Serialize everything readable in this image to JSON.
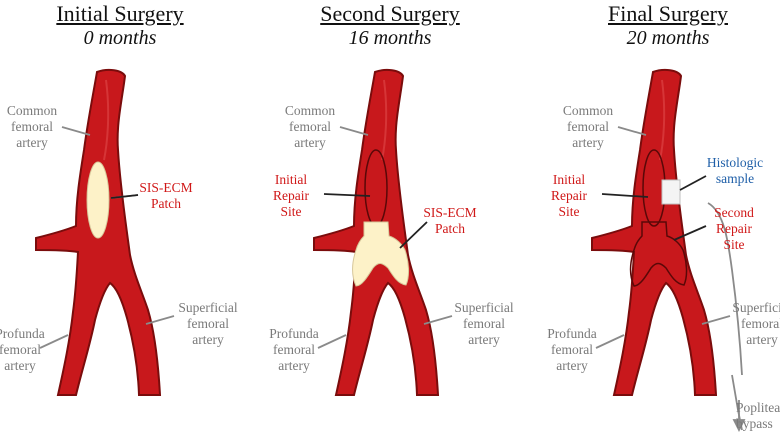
{
  "panels": [
    {
      "title": "Initial Surgery",
      "subtitle": "0 months",
      "labels": {
        "common": "Common\nfemoral\nartery",
        "patch": "SIS-ECM\nPatch",
        "profunda": "Profunda\nfemoral\nartery",
        "superficial": "Superficial\nfemoral\nartery"
      }
    },
    {
      "title": "Second Surgery",
      "subtitle": "16 months",
      "labels": {
        "common": "Common\nfemoral\nartery",
        "initial_repair": "Initial\nRepair\nSite",
        "patch": "SIS-ECM\nPatch",
        "profunda": "Profunda\nfemoral\nartery",
        "superficial": "Superficial\nfemoral\nartery"
      }
    },
    {
      "title": "Final Surgery",
      "subtitle": "20 months",
      "labels": {
        "common": "Common\nfemoral\nartery",
        "histologic": "Histologic\nsample",
        "initial_repair": "Initial\nRepair\nSite",
        "second_repair": "Second\nRepair\nSite",
        "profunda": "Profunda\nfemoral\nartery",
        "superficial": "Superficial\nfemoral\nartery",
        "bypass": "Popliteal\nbypass"
      }
    }
  ],
  "colors": {
    "artery": "#c8181c",
    "artery_edge": "#7a0c0c",
    "patch": "#fdf2c8",
    "label_gray": "#7a7a7a",
    "label_red": "#d01818",
    "label_blue": "#1f5fa8"
  }
}
